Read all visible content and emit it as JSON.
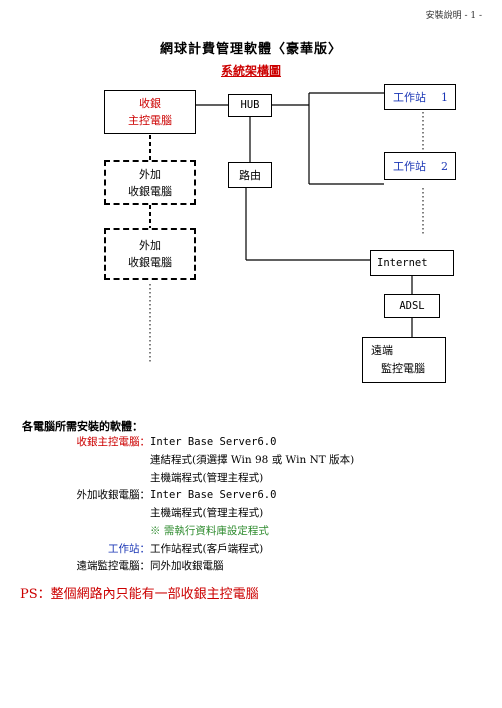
{
  "header": {
    "page_label": "安裝說明 - 1 -"
  },
  "title": "網球計費管理軟體〈豪華版〉",
  "subtitle": "系統架構圖",
  "diagram": {
    "main_pc": {
      "line1": "收銀",
      "line2": "主控電腦"
    },
    "ext_pc_1": {
      "line1": "外加",
      "line2": "收銀電腦"
    },
    "ext_pc_2": {
      "line1": "外加",
      "line2": "收銀電腦"
    },
    "hub": "HUB",
    "router": "路由",
    "ws1": {
      "name": "工作站",
      "num": "1"
    },
    "ws2": {
      "name": "工作站",
      "num": "2"
    },
    "internet": "Internet",
    "adsl": "ADSL",
    "remote": {
      "line1": "遠端",
      "line2": "監控電腦"
    }
  },
  "software": {
    "heading": "各電腦所需安裝的軟體：",
    "rows": [
      {
        "label": "收銀主控電腦：",
        "text": "Inter Base Server6.0"
      },
      {
        "label": "",
        "text": "連結程式(須選擇 Win 98 或 Win NT 版本)"
      },
      {
        "label": "",
        "text": "主機端程式(管理主程式)"
      },
      {
        "label": "外加收銀電腦：",
        "text": "Inter Base Server6.0"
      },
      {
        "label": "",
        "text": "主機端程式(管理主程式)"
      },
      {
        "label": "",
        "text": "※  需執行資料庫設定程式"
      },
      {
        "label": "工作站：",
        "text": "工作站程式(客戶端程式)"
      },
      {
        "label": "遠端監控電腦：",
        "text": "同外加收銀電腦"
      }
    ],
    "ps": "PS：整個網路內只能有一部收銀主控電腦"
  },
  "colors": {
    "accent_red": "#cc0000",
    "accent_blue": "#1a36b5",
    "accent_green": "#2e8b2e"
  }
}
